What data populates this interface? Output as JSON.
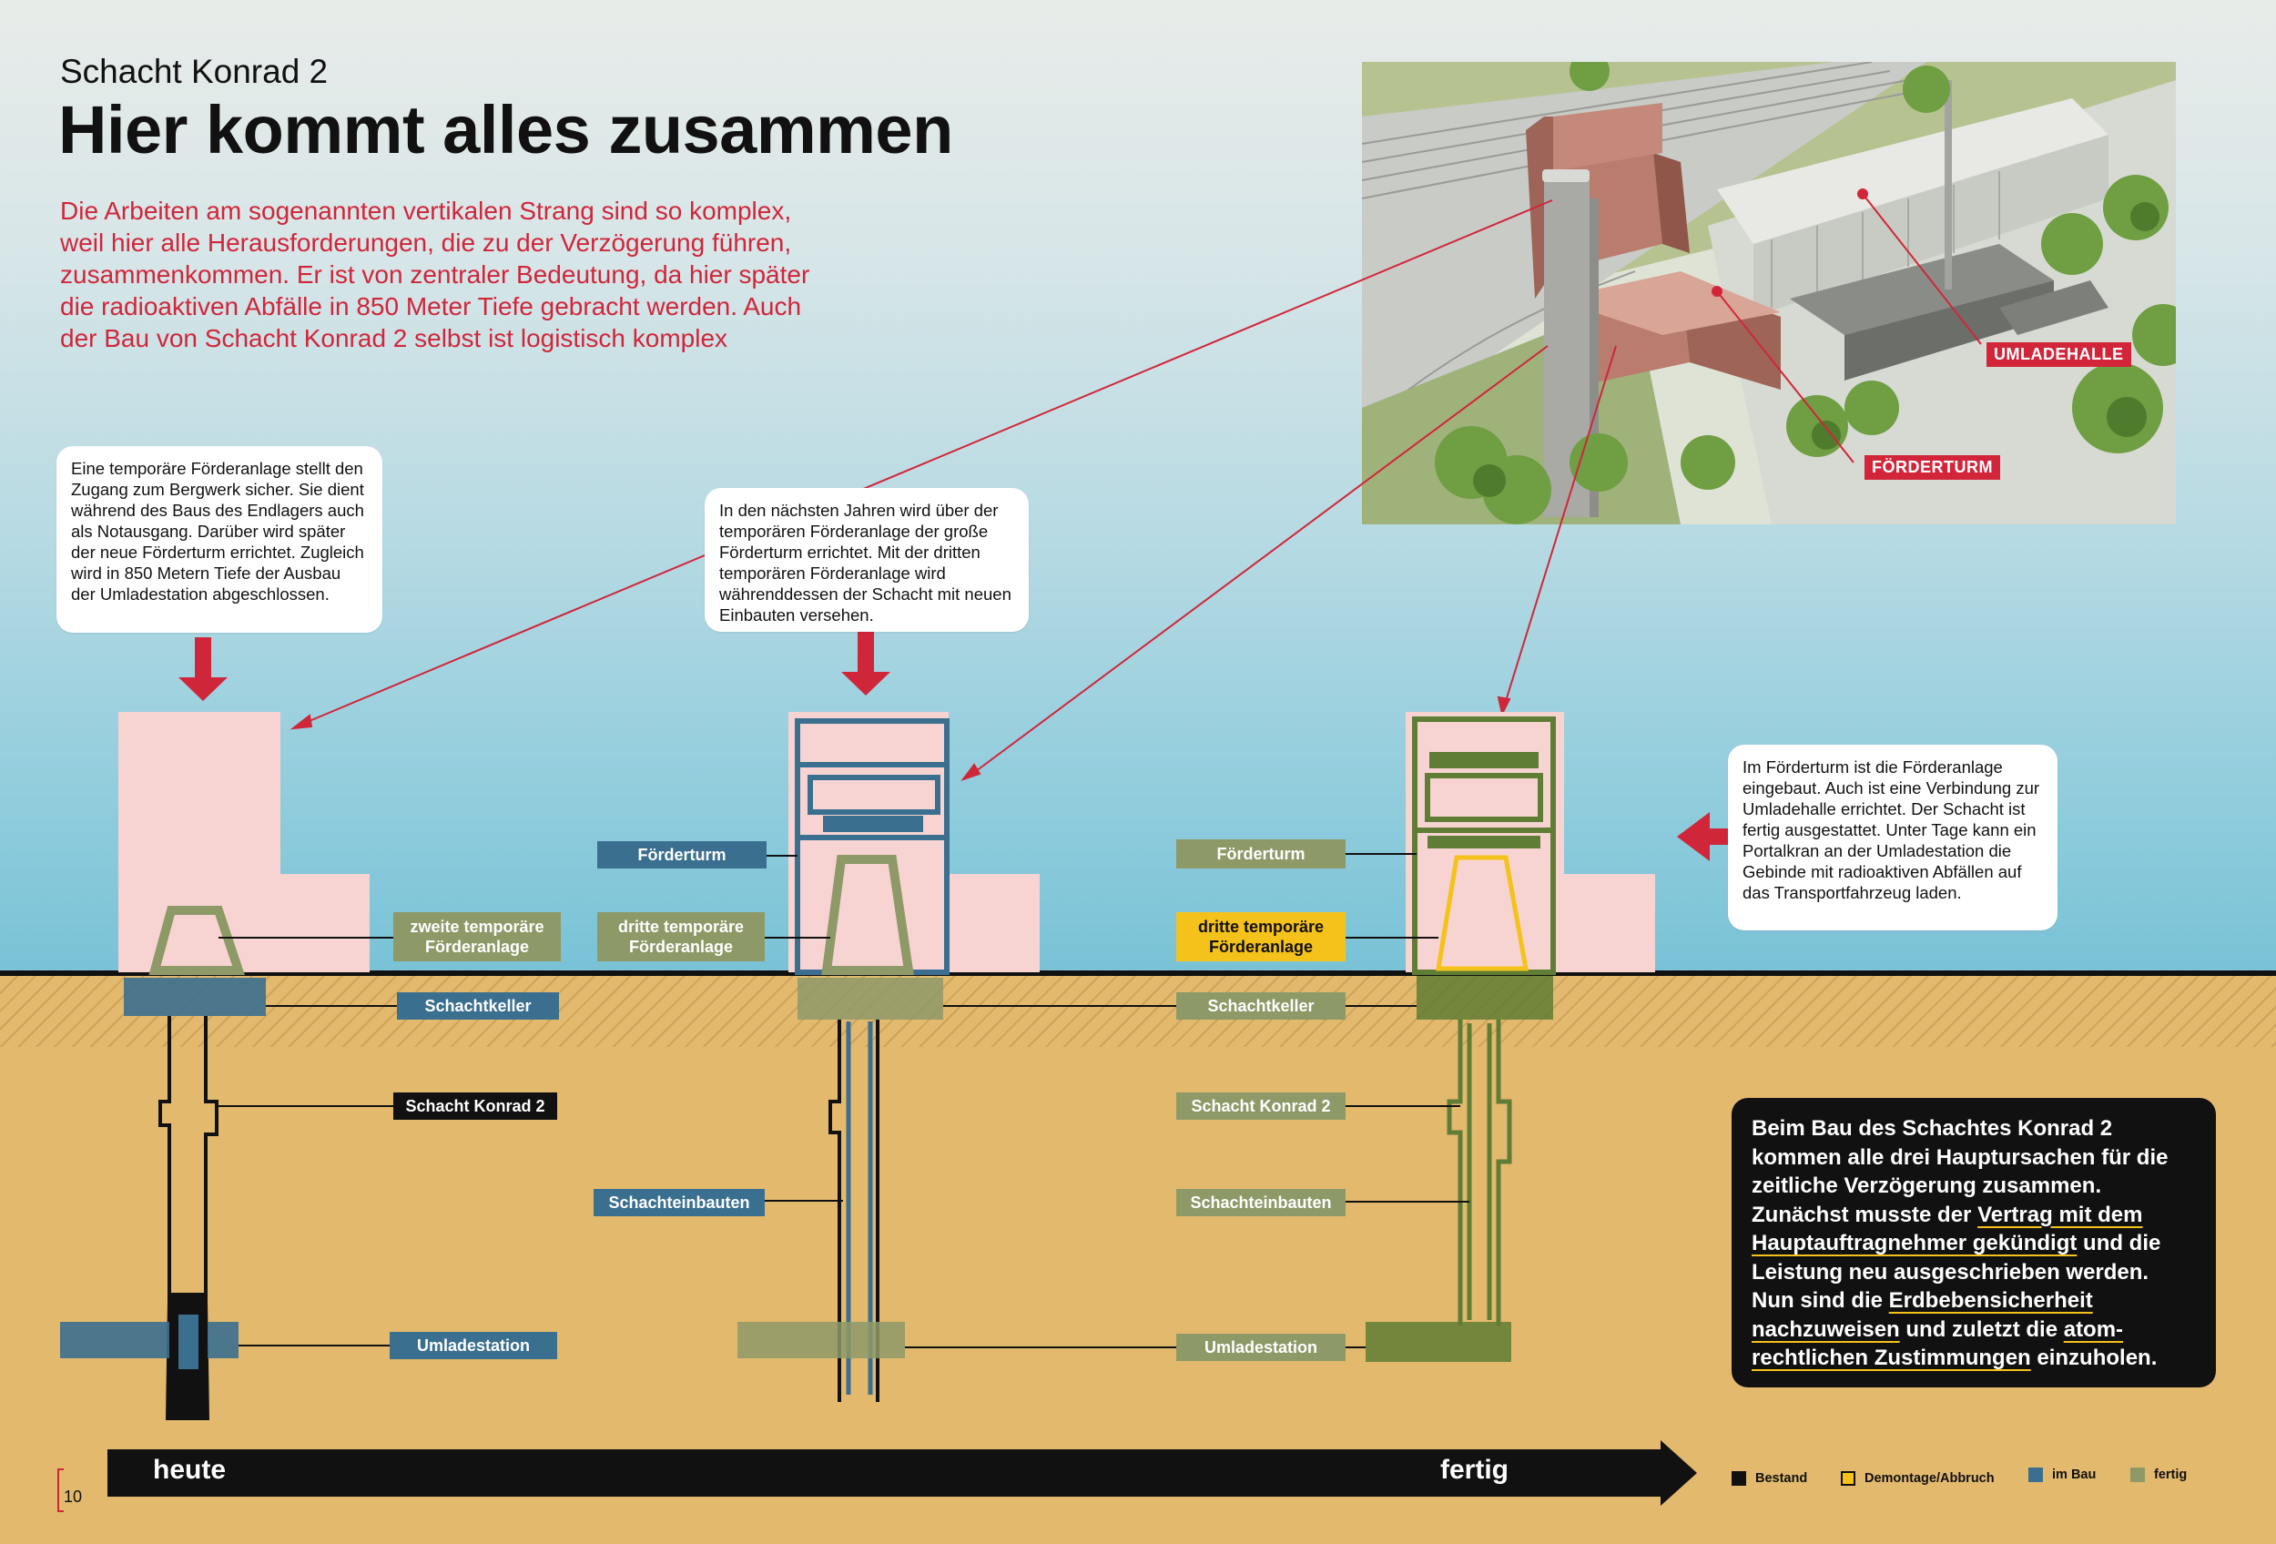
{
  "header": {
    "subtitle": "Schacht Konrad 2",
    "title": "Hier kommt alles zusammen"
  },
  "intro": "Die Arbeiten am sogenannten vertikalen Strang sind so komplex, weil hier alle Herausforderungen, die zu der Verzögerung führen, zusammenkommen. Er ist von zentraler Bedeutung, da hier später die radioaktiven Abfälle in 850 Meter Tiefe gebracht werden. Auch der Bau von Schacht Konrad 2 selbst ist logistisch komplex",
  "photo": {
    "tags": [
      "UMLADEHALLE",
      "FÖRDERTURM"
    ]
  },
  "notes": [
    "Eine temporäre Förderanlage stellt den Zugang zum Bergwerk sicher. Sie dient während des Baus des Endlagers auch als Notausgang. Darüber wird später der neue Förderturm errichtet. Zugleich wird in 850 Metern Tiefe der Ausbau der Umladestation abgeschlossen.",
    "In den nächsten Jahren wird über der temporären Förderanlage der große Förderturm errichtet. Mit der dritten temporären Förderanlage wird währenddessen der Schacht mit neuen Einbauten versehen.",
    "Im Förderturm ist die Förderanlage eingebaut. Auch ist eine Verbindung zur Umladehalle errichtet. Der Schacht ist fertig ausgestattet. Unter Tage kann ein Portalkran an der Umladestation die Gebinde mit radioaktiven Abfällen auf das Transportfahrzeug laden."
  ],
  "labels": {
    "stage1": {
      "anlage": "zweite temporäre Förderanlage",
      "keller": "Schachtkeller",
      "schacht": "Schacht Konrad 2",
      "umlade": "Umladestation"
    },
    "stage2": {
      "turm": "Förderturm",
      "anlage": "dritte temporäre Förderanlage",
      "einbauten": "Schachteinbauten"
    },
    "stage3": {
      "turm": "Förderturm",
      "anlage": "dritte temporäre Förderanlage",
      "keller": "Schachtkeller",
      "schacht": "Schacht Konrad 2",
      "einbauten": "Schachteinbauten",
      "umlade": "Umladestation"
    }
  },
  "infobox": {
    "p1": "Beim Bau des Schachtes Konrad 2 kommen alle drei Hauptursachen für die zeitliche Verzögerung zusammen. Zunächst musste der ",
    "l1": "Vertrag mit dem Hauptauftragnehmer gekündigt",
    "p2": " und die Leistung neu ausgeschrieben werden. Nun sind die ",
    "l2": "Erdbebensicherheit nachzuweisen",
    "p3": " und zuletzt die ",
    "l3": "atom-rechtlichen Zustimmungen",
    "p4": " einzuholen."
  },
  "timeline": {
    "start": "heute",
    "end": "fertig"
  },
  "page_number": "10",
  "legend": [
    {
      "label": "Bestand",
      "color": "#111111"
    },
    {
      "label": "Demontage/Abbruch",
      "color": "#f5c21b"
    },
    {
      "label": "im Bau",
      "color": "#3b6f8f"
    },
    {
      "label": "fertig",
      "color": "#8e9968"
    }
  ],
  "colors": {
    "accent_red": "#d0263a",
    "pink": "#f7d4d2",
    "blue": "#3b6f8f",
    "olive": "#8e9968",
    "green": "#5f7d34",
    "yellow": "#f5c21b"
  }
}
